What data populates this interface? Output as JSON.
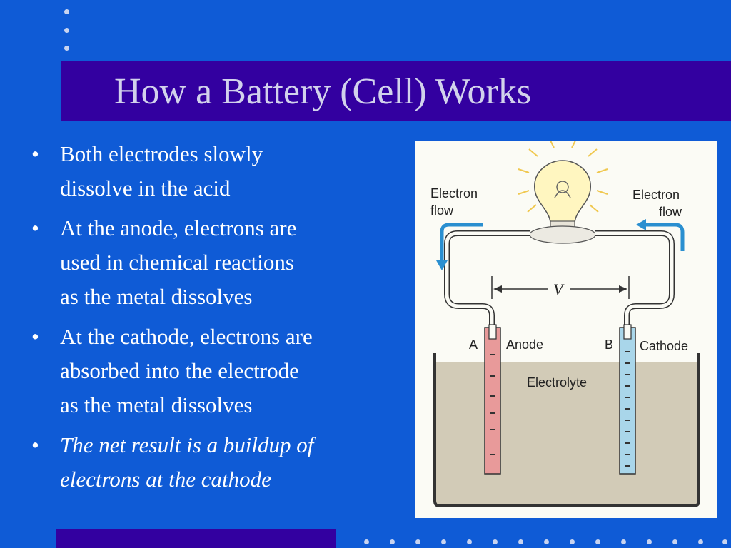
{
  "slide": {
    "title": "How a Battery (Cell) Works",
    "bullets": [
      {
        "text": "Both electrodes slowly\ndissolve in the acid",
        "italic": false
      },
      {
        "text": "At the anode, electrons are\nused in chemical reactions\nas the metal dissolves",
        "italic": false
      },
      {
        "text": "At the cathode, electrons are\nabsorbed into the electrode\nas the metal dissolves",
        "italic": false
      },
      {
        "text": "The net result is a buildup of\nelectrons at the cathode",
        "italic": true
      }
    ],
    "bullet_glyph": "•"
  },
  "diagram": {
    "electron_flow_left": [
      "Electron",
      "flow"
    ],
    "electron_flow_right": [
      "Electron",
      "flow"
    ],
    "voltage_label": "V",
    "anode_letter": "A",
    "anode_label": "Anode",
    "cathode_letter": "B",
    "cathode_label": "Cathode",
    "electrolyte_label": "Electrolyte"
  },
  "colors": {
    "background": "#0f5bd6",
    "title_bar": "#3300a0",
    "title_text": "#d2d2ec",
    "bullet_text": "#ffffff",
    "anode": "#e89a9a",
    "cathode": "#a9d6ea",
    "electrolyte": "#d2cbb7",
    "arrow": "#2a8fd0"
  }
}
